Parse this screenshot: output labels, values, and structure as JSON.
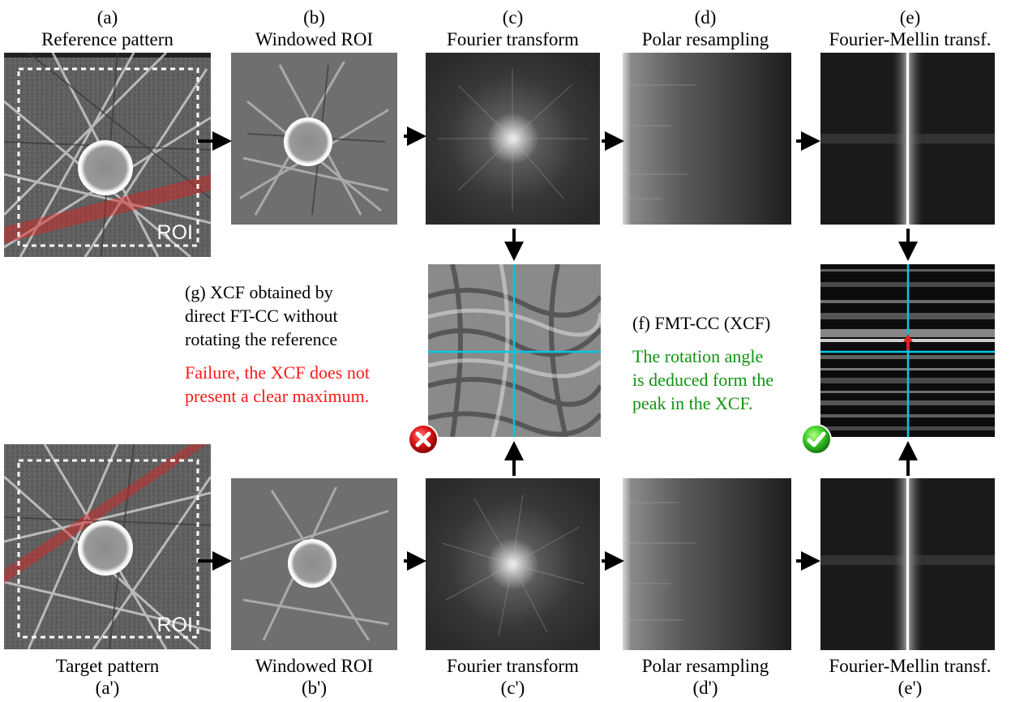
{
  "panels": {
    "a": {
      "letter": "(a)",
      "title": "Reference pattern",
      "roi": "ROI"
    },
    "b": {
      "letter": "(b)",
      "title": "Windowed ROI"
    },
    "c": {
      "letter": "(c)",
      "title": "Fourier transform"
    },
    "d": {
      "letter": "(d)",
      "title": "Polar resampling"
    },
    "e": {
      "letter": "(e)",
      "title": "Fourier-Mellin transf."
    },
    "a2": {
      "letter": "(a')",
      "title": "Target pattern",
      "roi": "ROI"
    },
    "b2": {
      "letter": "(b')",
      "title": "Windowed ROI"
    },
    "c2": {
      "letter": "(c')",
      "title": "Fourier transform"
    },
    "d2": {
      "letter": "(d')",
      "title": "Polar resampling"
    },
    "e2": {
      "letter": "(e')",
      "title": "Fourier-Mellin transf."
    }
  },
  "g": {
    "line1": "(g)  XCF  obtained  by",
    "line2": "direct  FT-CC  without",
    "line3": "rotating the reference",
    "fail1": "Failure, the XCF does not",
    "fail2": "present a clear maximum."
  },
  "f": {
    "line1": "(f) FMT-CC (XCF)",
    "ok1": "The rotation angle",
    "ok2": "is deduced form the",
    "ok3": "peak in the XCF."
  },
  "colors": {
    "failure": "#ff1a1a",
    "success": "#109410",
    "crosshair": "#00c8e6",
    "band": "#e02020"
  },
  "icons": {
    "fail": "x-mark-icon",
    "ok": "check-mark-icon"
  }
}
